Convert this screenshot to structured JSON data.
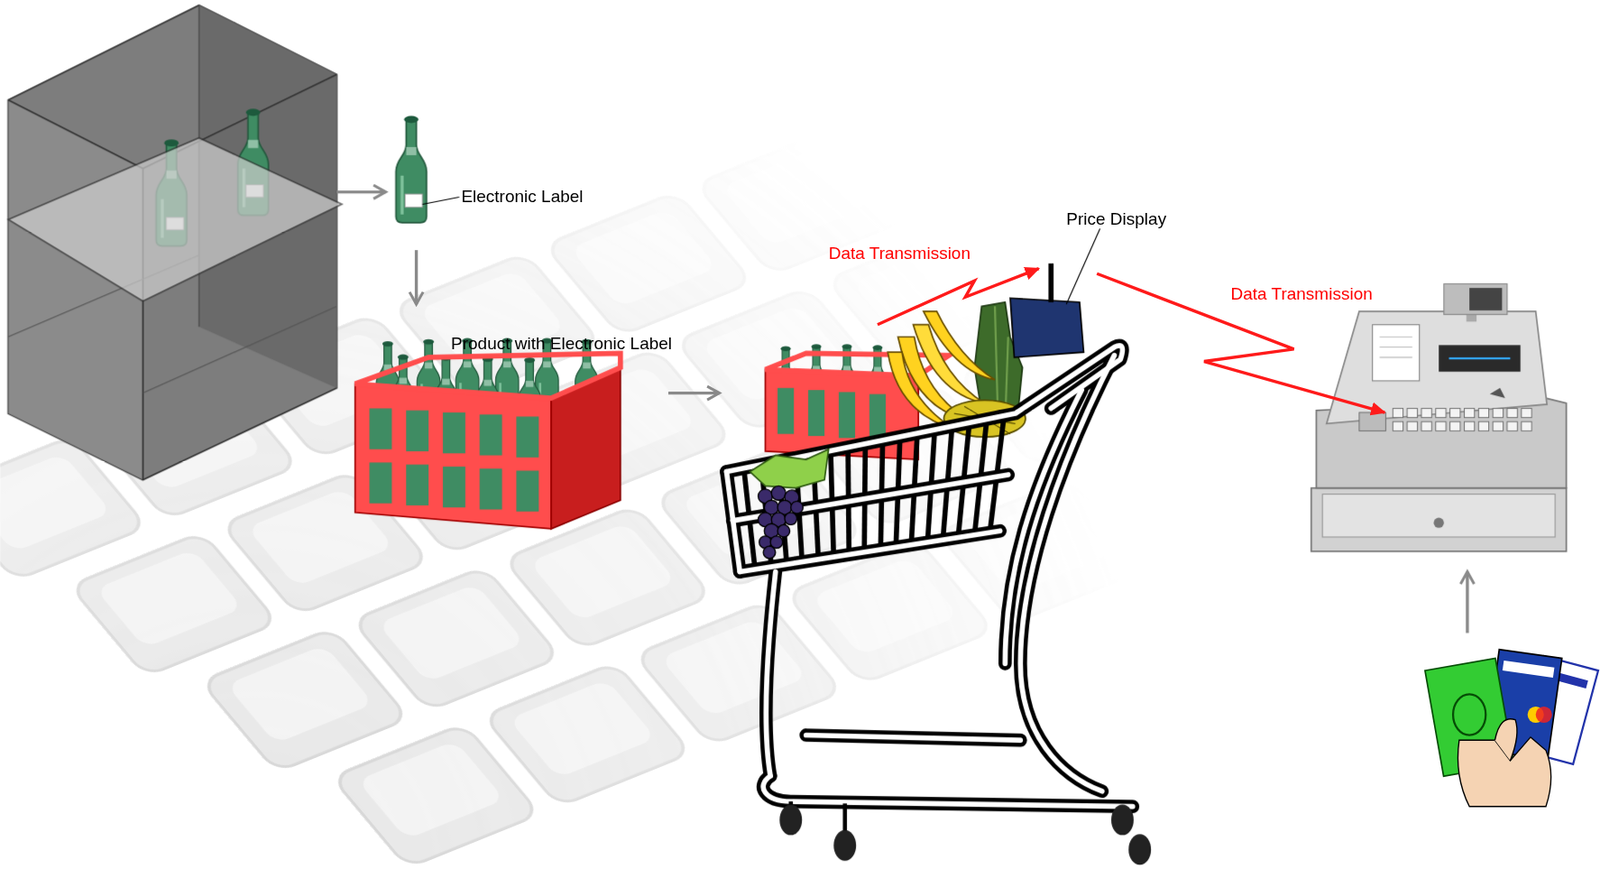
{
  "diagram": {
    "nodes": [
      {
        "text": [
          "Electronic Label"
        ]
      },
      {
        "text": [
          "Product with Electronic Label"
        ]
      },
      {
        "text": [
          "Price Display"
        ]
      }
    ],
    "edges": [
      {
        "from": 0,
        "to": 1,
        "arrow": "to"
      },
      {
        "from": 1,
        "to": 2,
        "arrow": "to"
      }
    ],
    "labels": [
      "Data Transmission",
      "Data Transmission"
    ]
  }
}
